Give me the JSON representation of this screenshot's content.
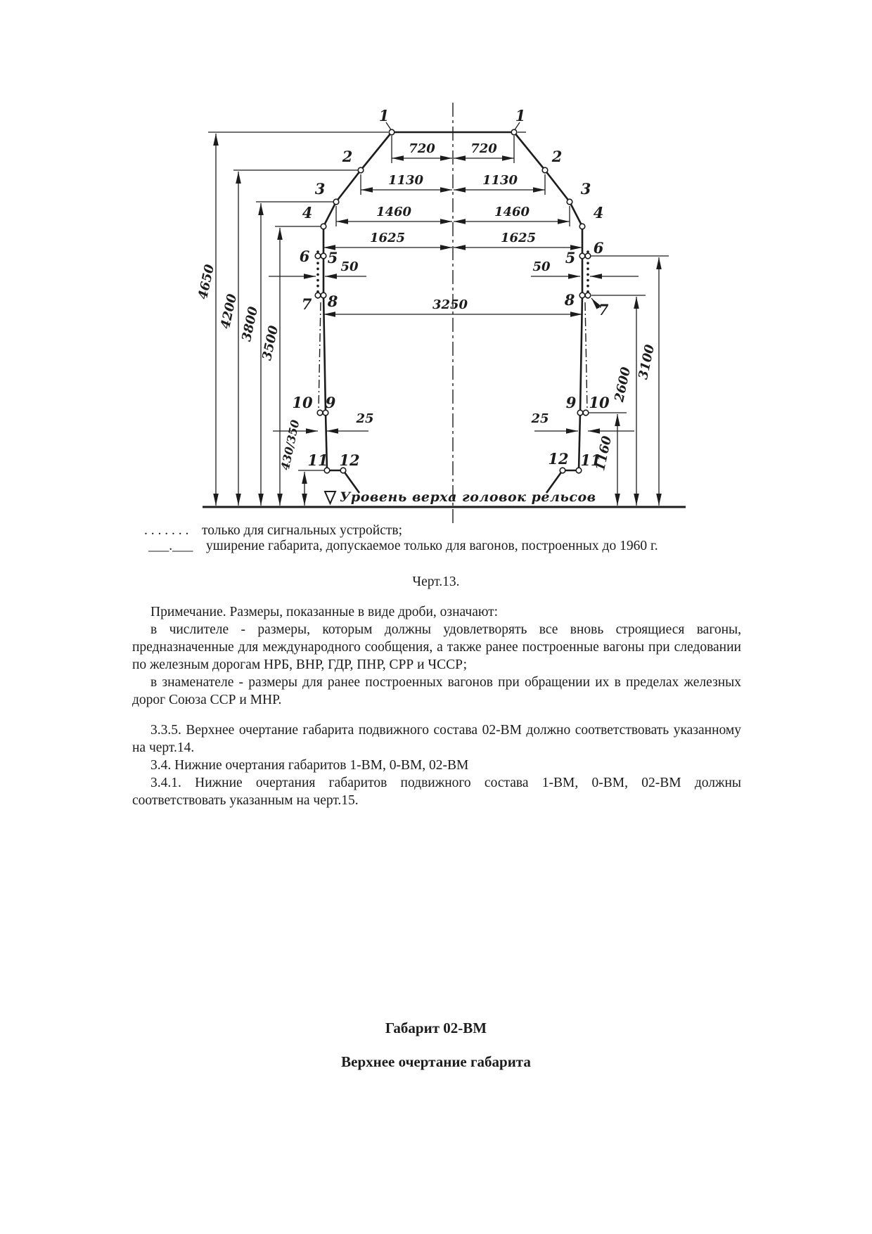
{
  "figure": {
    "rail_label": "Уровень верха головок рельсов",
    "point_labels": {
      "p1": "1",
      "p2": "2",
      "p3": "3",
      "p4": "4",
      "p5": "5",
      "p6": "6",
      "p7": "7",
      "p8": "8",
      "p9": "9",
      "p10": "10",
      "p11": "11",
      "p12": "12"
    },
    "width_dims": {
      "w720": "720",
      "w1130": "1130",
      "w1460": "1460",
      "w1625": "1625",
      "w3250": "3250",
      "w50": "50",
      "w25": "25"
    },
    "height_dims": {
      "h4650": "4650",
      "h4200": "4200",
      "h3800": "3800",
      "h3500": "3500",
      "h3100": "3100",
      "h2600": "2600",
      "h1160": "1160",
      "h430_350": "430/350"
    }
  },
  "legend": {
    "signal_symbol": ". . . . . . .",
    "signal_text": "только для сигнальных устройств;",
    "widening_symbol": "___.___",
    "widening_text": "уширение габарита, допускаемое только для вагонов, построенных до 1960 г."
  },
  "caption": "Черт.13.",
  "note": {
    "intro": "Примечание. Размеры, показанные в виде дроби, означают:",
    "numerator": "в числителе - размеры, которым должны удовлетворять все вновь строящиеся вагоны, предназначенные для международного сообщения, а также ранее построенные вагоны при следовании по железным дорогам НРБ, ВНР, ГДР, ПНР, СРР и ЧССР;",
    "denominator": "в знаменателе - размеры для ранее построенных вагонов при обращении их в пределах железных дорог Союза ССР и МНР."
  },
  "sections": {
    "p_3_3_5": "3.3.5. Верхнее очертание габарита подвижного состава 02-ВМ должно соответствовать указанному на черт.14.",
    "p_3_4": "3.4. Нижние очертания габаритов 1-ВМ, 0-ВМ, 02-ВМ",
    "p_3_4_1": "3.4.1. Нижние очертания габаритов подвижного состава 1-ВМ, 0-ВМ, 02-ВМ должны соответствовать указанным на черт.15."
  },
  "headings": {
    "gabarit": "Габарит 02-ВМ",
    "subtitle": "Верхнее очертание габарита"
  }
}
